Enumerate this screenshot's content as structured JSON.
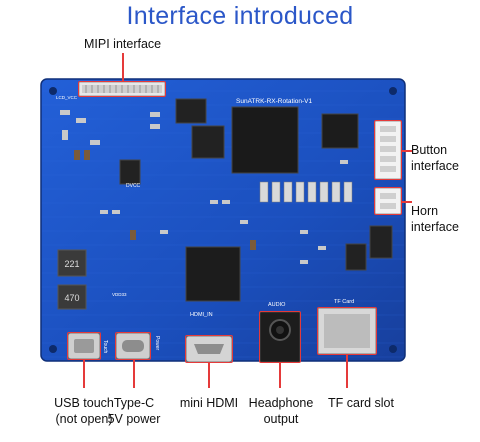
{
  "title": "Interface introduced",
  "labels": {
    "mipi": "MIPI interface",
    "button_1": "Button",
    "button_2": "interface",
    "horn_1": "Horn",
    "horn_2": "interface",
    "usb_1": "USB touch",
    "usb_2": "(not open)",
    "typec_1": "Type-C",
    "typec_2": "5V power",
    "hdmi": "mini HDMI",
    "headphone_1": "Headphone",
    "headphone_2": "output",
    "tf": "TF card slot"
  },
  "silkscreen": {
    "board_name": "SunATRK-RX-Rotation-V1",
    "power": "Power",
    "touch": "Touch",
    "hdmi_in": "HDMI_IN",
    "audio": "AUDIO",
    "tf_card": "TF Card",
    "dvcc": "DVCC",
    "lcd": "LCD_VCC",
    "inductor_1": "221",
    "inductor_2": "470",
    "vdd": "VDD33"
  },
  "colors": {
    "title": "#2b57c8",
    "board": "#1d54c7",
    "board_dark": "#163f9a",
    "chip": "#202020",
    "accent_line": "#e53a3a"
  }
}
